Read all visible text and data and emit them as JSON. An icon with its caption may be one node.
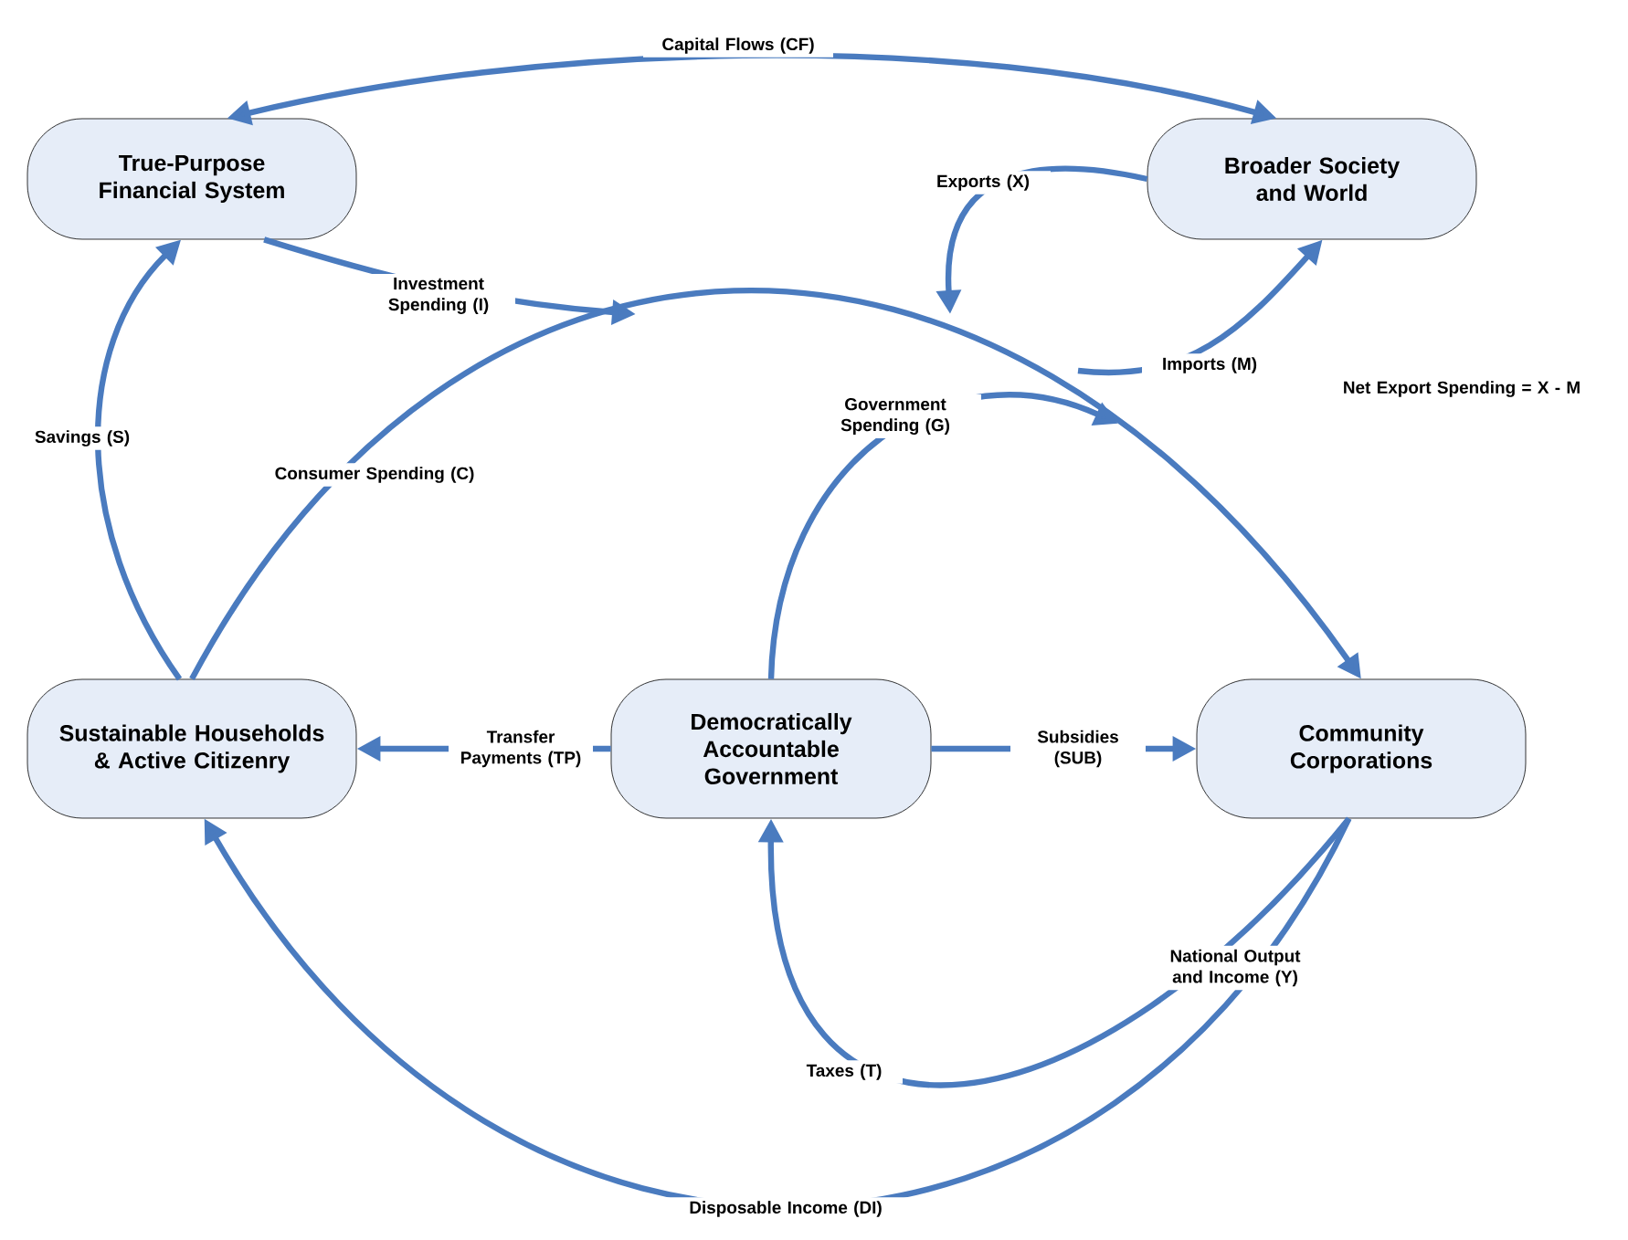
{
  "diagram": {
    "nodes": [
      {
        "text": [
          "True-Purpose Financial System"
        ]
      },
      {
        "text": [
          "Broader Society and World"
        ]
      },
      {
        "text": [
          "Sustainable Households & Active Citizenry"
        ]
      },
      {
        "text": [
          "Democratically Accountable Government"
        ]
      },
      {
        "text": [
          "Community Corporations"
        ]
      }
    ],
    "edges": [
      {
        "from": 0,
        "to": 1,
        "arrow": "both",
        "label": "Capital Flows (CF)"
      },
      {
        "from": 1,
        "to": null,
        "arrow": "to",
        "label": "Exports (X)"
      },
      {
        "from": null,
        "to": 1,
        "arrow": "to",
        "label": "Imports (M)"
      },
      {
        "from": 0,
        "to": null,
        "arrow": "to",
        "label": "Investment Spending (I)"
      },
      {
        "from": 2,
        "to": 4,
        "arrow": "to",
        "label": "Consumer Spending (C)"
      },
      {
        "from": 3,
        "to": null,
        "arrow": "to",
        "label": "Government Spending (G)"
      },
      {
        "from": 2,
        "to": 0,
        "arrow": "to",
        "label": "Savings (S)"
      },
      {
        "from": 3,
        "to": 2,
        "arrow": "to",
        "label": "Transfer Payments (TP)"
      },
      {
        "from": 3,
        "to": 4,
        "arrow": "to",
        "label": "Subsidies (SUB)"
      },
      {
        "from": 4,
        "to": 2,
        "arrow": "to",
        "label": "Disposable Income (DI)"
      },
      {
        "from": 4,
        "to": 3,
        "arrow": "to",
        "label": "Taxes (T)"
      }
    ],
    "labels": [
      "National Output and Income (Y)",
      "Net Export Spending = X - M"
    ]
  }
}
